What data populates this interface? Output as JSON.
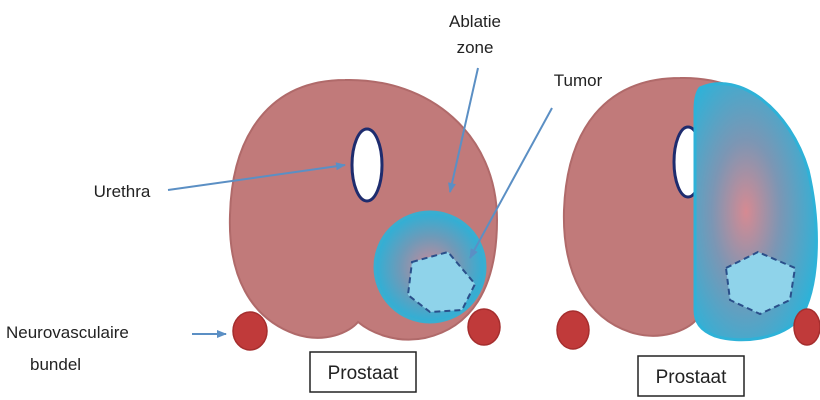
{
  "labels": {
    "ablation_line1": "Ablatie",
    "ablation_line2": "zone",
    "tumor": "Tumor",
    "urethra": "Urethra",
    "nvb_line1": "Neurovasculaire",
    "nvb_line2": "bundel",
    "prostate_left": "Prostaat",
    "prostate_right": "Prostaat"
  },
  "colors": {
    "prostate": "#c17a7a",
    "prostate_outline": "#b06a6a",
    "bundle": "#c03a3a",
    "ablation": "#3aaed0",
    "tumor": "#8fd3ea",
    "arrow": "#5b8fc4"
  }
}
